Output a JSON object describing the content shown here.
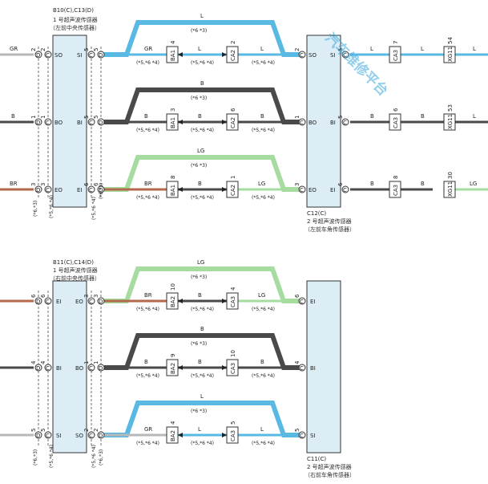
{
  "colors": {
    "L": "#5ab9e3",
    "B": "#4a4a4a",
    "LG": "#a6dca0",
    "BR": "#b36a4c",
    "GR": "#b8b8b8",
    "sensor_fill": "#dcedf5"
  },
  "watermark": "汽车维修平台",
  "sensors": {
    "b10": {
      "id": "B10(C),C13(D)",
      "desc": "1 号超声波传感器",
      "loc": "（左前中央传感器）",
      "pins_left": [
        "SO",
        "BO",
        "EO"
      ],
      "pins_right": [
        "SI",
        "BI",
        "EI"
      ]
    },
    "c12": {
      "id": "C12(C)",
      "desc": "2 号超声波传感器",
      "loc": "（左前车角传感器）",
      "pins_left": [
        "SO",
        "BO",
        "EO"
      ],
      "pins_right": [
        "SI",
        "BI",
        "EI"
      ]
    },
    "b11": {
      "id": "B11(C),C14(D)",
      "desc": "1 号超声波传感器",
      "loc": "（右前中央传感器）",
      "pins_left": [
        "EI",
        "BI",
        "SI"
      ],
      "pins_right": [
        "EO",
        "BO",
        "SO"
      ]
    },
    "c11": {
      "id": "C11(C)",
      "desc": "2 号超声波传感器",
      "loc": "（右前车角传感器）",
      "pins_left": [
        "EI",
        "BI",
        "SI"
      ]
    }
  },
  "wires": {
    "l": "L",
    "b": "B",
    "lg": "LG",
    "br": "BR",
    "gr": "GR"
  },
  "notes": {
    "n3": "(*6 *3)",
    "n54": "(*5,*6 *4)",
    "n3b": "(*6,*3)",
    "n54b": "(*5,*6 *4)"
  },
  "top": {
    "left_pins_c": [
      "2",
      "1",
      "3"
    ],
    "left_pins_d": [
      "2",
      "1",
      "3"
    ],
    "right_pins_c": [
      "5",
      "5",
      "6"
    ],
    "right_pins_d": [
      "5",
      "5",
      "6"
    ],
    "ba_pins": [
      "4",
      "3",
      "8"
    ],
    "ca_pins": [
      "2",
      "6",
      "1"
    ],
    "c12_left_pins": [
      "2",
      "1",
      "3"
    ],
    "c12_right_pins": [
      "5",
      "5",
      "6"
    ],
    "ca3_pins": [
      "7",
      "6",
      "8"
    ],
    "xg_pins": [
      "54",
      "53",
      "30"
    ],
    "ba": "BA1",
    "ca": "CA2",
    "ca3": "CA3",
    "xg": "XG11"
  },
  "bottom": {
    "left_pins_c": [
      "6",
      "4",
      "5"
    ],
    "left_pins_d": [
      "6",
      "4",
      "5"
    ],
    "right_pins_c": [
      "3",
      "1",
      "2"
    ],
    "right_pins_d": [
      "3",
      "1",
      "2"
    ],
    "ba_pins": [
      "10",
      "9",
      "4"
    ],
    "ca_pins": [
      "4",
      "10",
      "5"
    ],
    "c11_pins": [
      "6",
      "4",
      "5"
    ],
    "ba": "BA2",
    "ca": "CA3"
  },
  "conn": {
    "c": "C",
    "d": "D"
  }
}
